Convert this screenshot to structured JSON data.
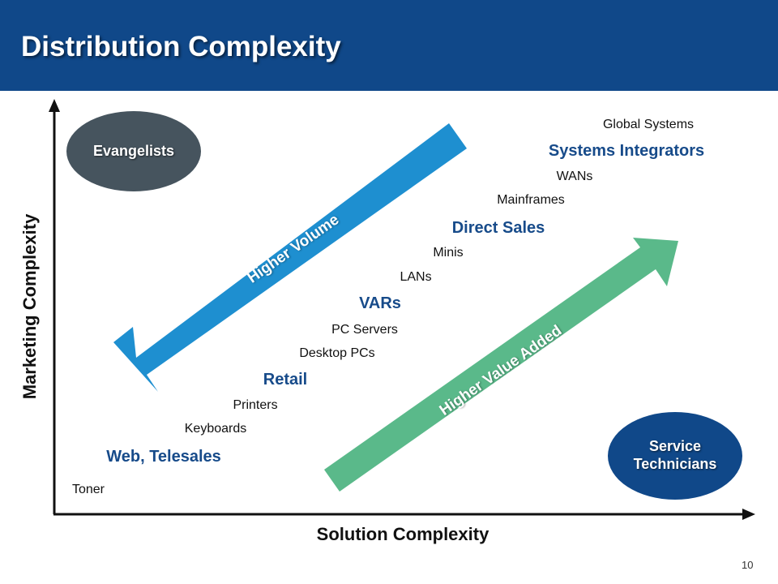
{
  "slide": {
    "title": "Distribution Complexity",
    "page_number": "10",
    "colors": {
      "header": "#104889",
      "category_text": "#174b8a",
      "arrow_volume": "#1e8fd0",
      "arrow_value": "#5ab98a",
      "evangelists_oval": "#46545e",
      "service_oval": "#104889"
    }
  },
  "axes": {
    "x_label": "Solution Complexity",
    "y_label": "Marketing Complexity"
  },
  "ovals": {
    "evangelists": "Evangelists",
    "service_line1": "Service",
    "service_line2": "Technicians"
  },
  "arrows": {
    "higher_volume": "Higher Volume",
    "higher_value_added": "Higher Value Added"
  },
  "labels": {
    "global_systems": "Global  Systems",
    "systems_integrators": "Systems Integrators",
    "wans": "WANs",
    "mainframes": "Mainframes",
    "direct_sales": "Direct Sales",
    "minis": "Minis",
    "lans": "LANs",
    "vars": "VARs",
    "pc_servers": "PC Servers",
    "desktop_pcs": "Desktop PCs",
    "retail": "Retail",
    "printers": "Printers",
    "keyboards": "Keyboards",
    "web_telesales": "Web, Telesales",
    "toner": "Toner"
  }
}
